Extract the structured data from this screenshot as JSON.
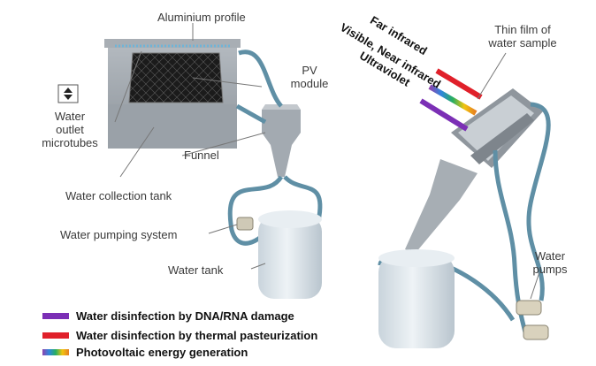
{
  "labels": {
    "aluminium_profile": "Aluminium profile",
    "pv_module": "PV\nmodule",
    "water_outlet_microtubes": "Water\noutlet\nmicrotubes",
    "funnel": "Funnel",
    "water_collection_tank": "Water collection tank",
    "water_pumping_system": "Water pumping system",
    "water_tank": "Water tank",
    "thin_film": "Thin film of\nwater sample",
    "water_pumps": "Water\npumps"
  },
  "rays": {
    "far_infrared": "Far infrared",
    "visible_near_infrared": "Visible, Near infrared",
    "ultraviolet": "Ultraviolet"
  },
  "legend": [
    {
      "text": "Water disinfection by DNA/RNA damage",
      "color": "#7b2fb5"
    },
    {
      "text": "Water disinfection by thermal pasteurization",
      "color": "#e0202a"
    },
    {
      "text": "Photovoltaic energy generation",
      "color": "rainbow"
    }
  ],
  "colors": {
    "metal": "#9fa6ae",
    "metal_dark": "#7d848c",
    "tube": "#5f8fa5",
    "tank": "#dfe7ed",
    "uv": "#7b2fb5",
    "ir": "#e0202a"
  }
}
